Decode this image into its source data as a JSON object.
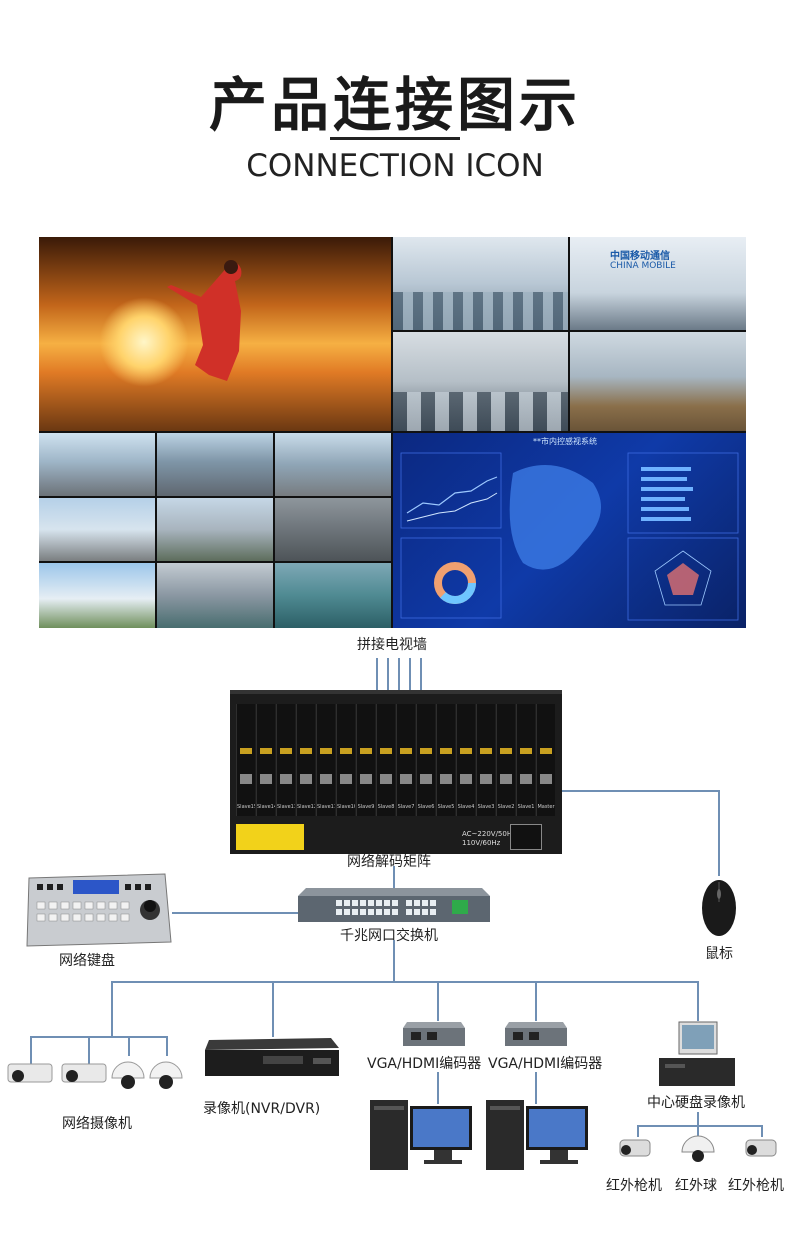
{
  "header": {
    "title": "产品连接图示",
    "subtitle": "CONNECTION ICON"
  },
  "video_wall": {
    "label": "拼接电视墙",
    "dashboard_title": "**市内控感视系统"
  },
  "matrix": {
    "label": "网络解码矩阵",
    "slots": [
      "Slave15",
      "Slave14",
      "Slave13",
      "Slave12",
      "Slave11",
      "Slave10",
      "Slave9",
      "Slave8",
      "Slave7",
      "Slave6",
      "Slave5",
      "Slave4",
      "Slave3",
      "Slave2",
      "Slave1",
      "Master"
    ],
    "power": "AC~220V/50Hz\n110V/60Hz"
  },
  "devices": {
    "switch": "千兆网口交换机",
    "keyboard": "网络键盘",
    "mouse": "鼠标",
    "cameras": "网络摄像机",
    "nvr": "录像机(NVR/DVR)",
    "encoder1": "VGA/HDMI编码器",
    "encoder2": "VGA/HDMI编码器",
    "central_nvr": "中心硬盘录像机",
    "ir_gun_1": "红外枪机",
    "ir_dome": "红外球",
    "ir_gun_2": "红外枪机"
  },
  "colors": {
    "line": "#6f8fb4",
    "device_dark": "#1c1c1c",
    "dashboard_bg": "#0c2a7a"
  }
}
